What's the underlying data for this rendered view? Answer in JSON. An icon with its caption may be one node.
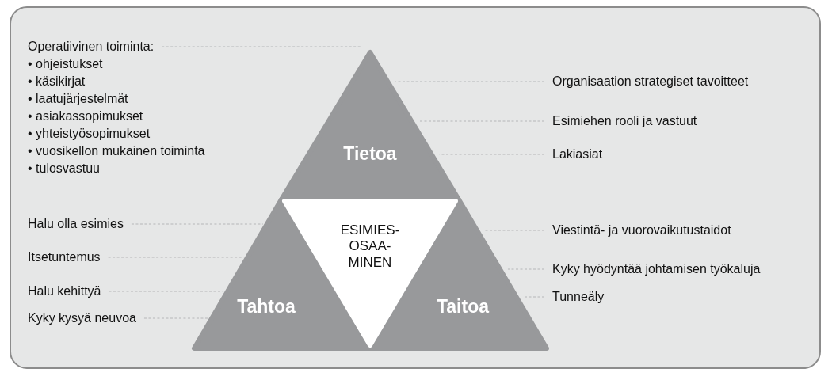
{
  "diagram": {
    "nodes": [
      {
        "text": [
          "Tietoa"
        ]
      },
      {
        "text": [
          "Tahtoa"
        ]
      },
      {
        "text": [
          "Taitoa"
        ]
      },
      {
        "text": [
          "ESIMIES- OSAA- MINEN"
        ]
      },
      {
        "text": [
          "Operatiivinen toiminta:",
          "• ohjeistukset",
          "• käsikirjat",
          "• laatujärjestelmät",
          "• asiakassopimukset",
          "• yhteistyösopimukset",
          "• vuosikellon mukainen toiminta",
          "• tulosvastuu"
        ]
      },
      {
        "text": [
          "Organisaation strategiset tavoitteet"
        ]
      },
      {
        "text": [
          "Esimiehen rooli ja vastuut"
        ]
      },
      {
        "text": [
          "Lakiasiat"
        ]
      },
      {
        "text": [
          "Halu olla esimies"
        ]
      },
      {
        "text": [
          "Itsetuntemus"
        ]
      },
      {
        "text": [
          "Halu kehittyä"
        ]
      },
      {
        "text": [
          "Kyky kysyä neuvoa"
        ]
      },
      {
        "text": [
          "Viestintä- ja vuorovaikutustaidot"
        ]
      },
      {
        "text": [
          "Kyky hyödyntää johtamisen työkaluja"
        ]
      },
      {
        "text": [
          "Tunneäly"
        ]
      }
    ],
    "edges": [
      {
        "from": 4,
        "to": 0,
        "arrow": "none",
        "style": "dashed"
      },
      {
        "from": 5,
        "to": 0,
        "arrow": "none",
        "style": "dashed"
      },
      {
        "from": 6,
        "to": 0,
        "arrow": "none",
        "style": "dashed"
      },
      {
        "from": 7,
        "to": 0,
        "arrow": "none",
        "style": "dashed"
      },
      {
        "from": 8,
        "to": 1,
        "arrow": "none",
        "style": "dashed"
      },
      {
        "from": 9,
        "to": 1,
        "arrow": "none",
        "style": "dashed"
      },
      {
        "from": 10,
        "to": 1,
        "arrow": "none",
        "style": "dashed"
      },
      {
        "from": 11,
        "to": 1,
        "arrow": "none",
        "style": "dashed"
      },
      {
        "from": 12,
        "to": 2,
        "arrow": "none",
        "style": "dashed"
      },
      {
        "from": 13,
        "to": 2,
        "arrow": "none",
        "style": "dashed"
      },
      {
        "from": 14,
        "to": 2,
        "arrow": "none",
        "style": "dashed"
      }
    ]
  }
}
